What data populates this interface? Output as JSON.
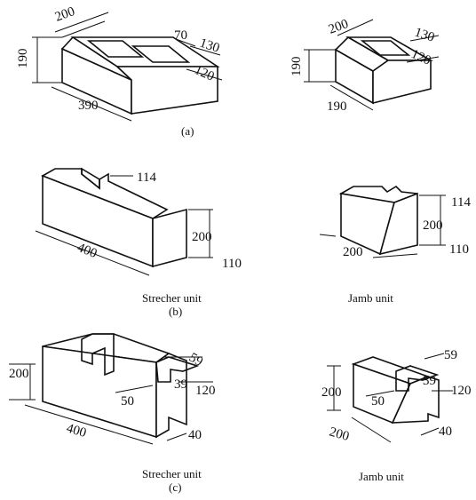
{
  "panels": {
    "a": {
      "caption": "(a)",
      "stretcher": {
        "w200": "200",
        "h190": "190",
        "l390": "390",
        "d70": "70",
        "d130": "130",
        "d120": "120"
      },
      "jamb": {
        "w200": "200",
        "h190": "190",
        "l190": "190",
        "d130": "130",
        "d120": "120"
      }
    },
    "b": {
      "caption": "(b)",
      "stretcher": {
        "label": "Strecher unit",
        "d114": "114",
        "h200": "200",
        "l400": "400",
        "d110": "110"
      },
      "jamb": {
        "label": "Jamb unit",
        "d114": "114",
        "h200": "200",
        "l200": "200",
        "d110": "110"
      }
    },
    "c": {
      "caption": "(c)",
      "stretcher": {
        "label": "Strecher unit",
        "h200": "200",
        "l400": "400",
        "d59": "59",
        "d39": "39",
        "d50": "50",
        "d120": "120",
        "d40": "40"
      },
      "jamb": {
        "label": "Jamb unit",
        "h200": "200",
        "l200": "200",
        "d59": "59",
        "d39": "39",
        "d50": "50",
        "d120": "120",
        "d40": "40"
      }
    }
  }
}
